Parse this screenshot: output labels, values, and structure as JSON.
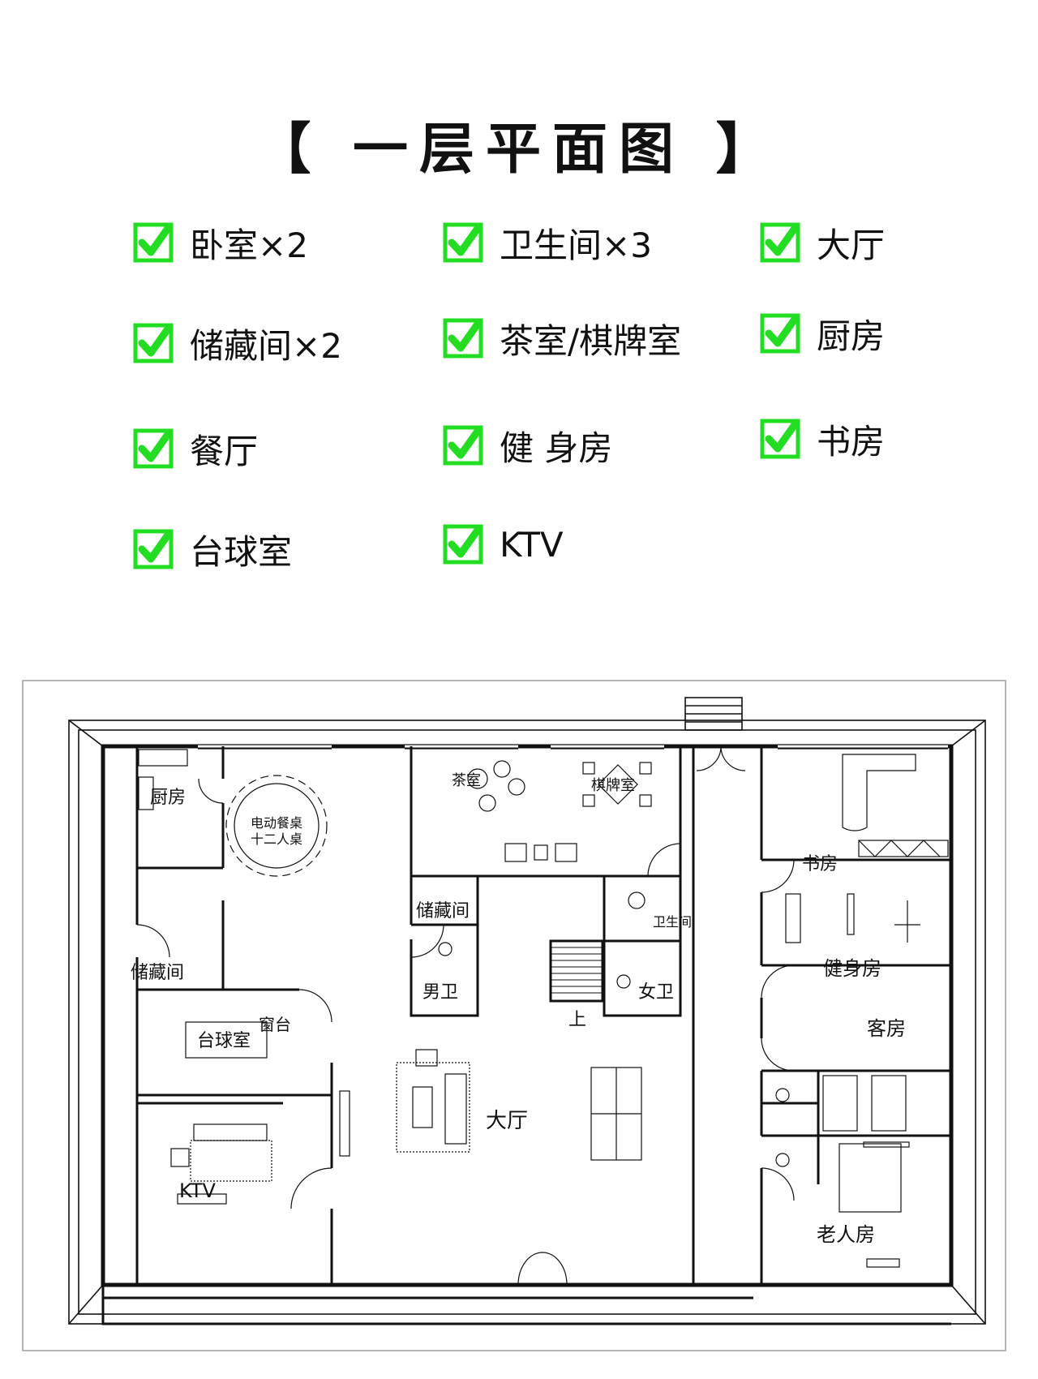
{
  "title": "【 一层平面图 】",
  "check_color": "#22dd22",
  "check_icon": "green-checkmark-icon",
  "features": [
    "卧室×2",
    "卫生间×3",
    "大厅",
    "储藏间×2",
    "茶室/棋牌室",
    "厨房",
    "餐厅",
    "健 身房",
    "书房",
    "台球室",
    "KTV"
  ],
  "plan": {
    "rooms": {
      "kitchen": "厨房",
      "dining_table": "电动餐桌",
      "dining_table_seats": "十二人桌",
      "tea_room": "茶室",
      "chess_room": "棋牌室",
      "storage_middle": "储藏间",
      "storage_left": "储藏间",
      "bathroom": "卫生间",
      "men_wc": "男卫",
      "women_wc": "女卫",
      "stairs_up": "上",
      "window_sill": "窗台",
      "billiard": "台球室",
      "ktv": "KTV",
      "hall": "大厅",
      "study": "书房",
      "gym": "健身房",
      "guest_room": "客房",
      "elderly_room": "老人房"
    }
  }
}
